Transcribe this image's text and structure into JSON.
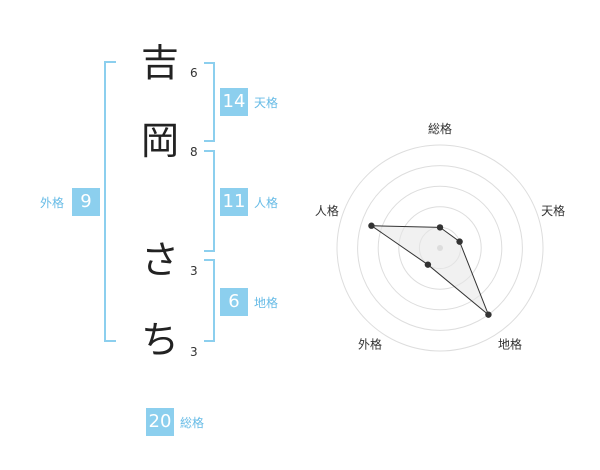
{
  "name_chars": [
    {
      "char": "吉",
      "strokes": "6"
    },
    {
      "char": "岡",
      "strokes": "8"
    },
    {
      "char": "さ",
      "strokes": "3"
    },
    {
      "char": "ち",
      "strokes": "3"
    }
  ],
  "scores": {
    "tenkaku": {
      "value": "14",
      "label": "天格"
    },
    "jinkaku": {
      "value": "11",
      "label": "人格"
    },
    "chikaku": {
      "value": "6",
      "label": "地格"
    },
    "gaikaku": {
      "value": "9",
      "label": "外格"
    },
    "soukaku": {
      "value": "20",
      "label": "総格"
    }
  },
  "colors": {
    "accent": "#8ccfee",
    "label": "#66bbe6"
  },
  "chart_data": {
    "type": "radar",
    "axes": [
      "総格",
      "天格",
      "地格",
      "外格",
      "人格"
    ],
    "values": [
      1,
      1,
      4,
      1,
      3.5
    ],
    "rmax": 5,
    "rings": 5,
    "grid": true
  }
}
